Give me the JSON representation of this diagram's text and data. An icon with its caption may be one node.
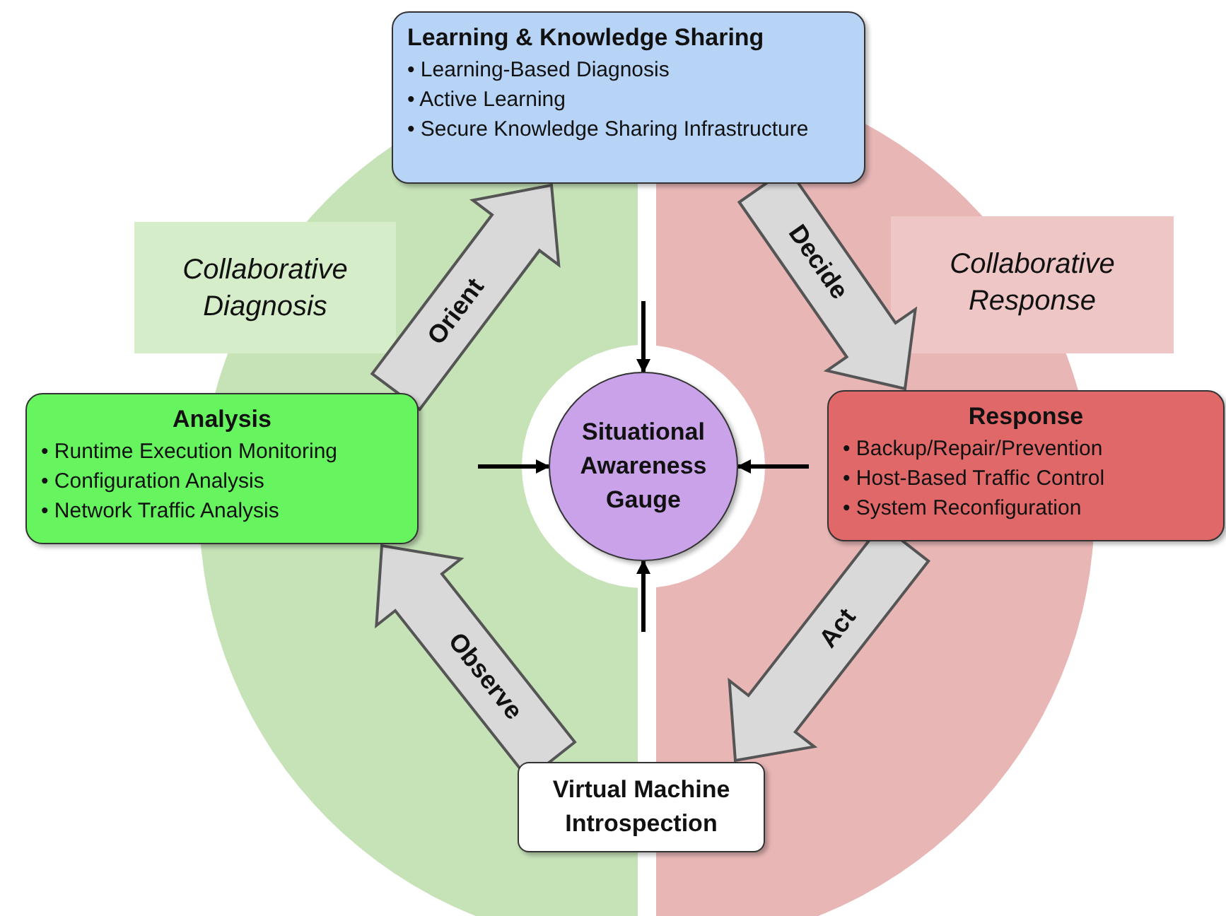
{
  "diagram": {
    "nodes": [
      {
        "text": [
          "Learning & Knowledge Sharing",
          "• Learning-Based Diagnosis",
          "• Active Learning",
          "• Secure Knowledge Sharing Infrastructure"
        ]
      },
      {
        "text": [
          "Analysis",
          "• Runtime Execution Monitoring",
          "• Configuration Analysis",
          "• Network Traffic Analysis"
        ]
      },
      {
        "text": [
          "Situational Awareness Gauge"
        ]
      },
      {
        "text": [
          "Response",
          "• Backup/Repair/Prevention",
          "• Host-Based Traffic Control",
          "• System Reconfiguration"
        ]
      },
      {
        "text": [
          "Virtual Machine Introspection"
        ]
      }
    ],
    "edges": [
      {
        "from": 1,
        "to": 0,
        "label": "Orient",
        "arrow": "to"
      },
      {
        "from": 0,
        "to": 3,
        "label": "Decide",
        "arrow": "to"
      },
      {
        "from": 3,
        "to": 4,
        "label": "Act",
        "arrow": "to"
      },
      {
        "from": 4,
        "to": 1,
        "label": "Observe",
        "arrow": "to"
      },
      {
        "from": null,
        "to": 2,
        "arrow": "to"
      },
      {
        "from": null,
        "to": 2,
        "arrow": "to"
      },
      {
        "from": null,
        "to": 2,
        "arrow": "to"
      },
      {
        "from": null,
        "to": 2,
        "arrow": "to"
      }
    ],
    "labels": [
      "Collaborative Diagnosis",
      "Collaborative Response"
    ]
  }
}
